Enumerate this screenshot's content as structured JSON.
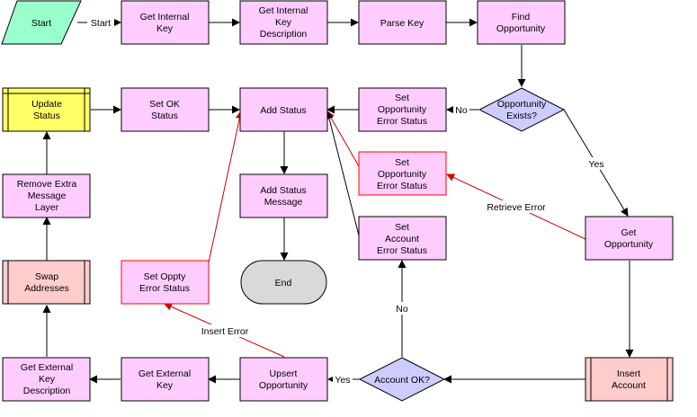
{
  "colors": {
    "process_fill": "#ffccff",
    "start_fill": "#99ffcc",
    "decision_fill": "#ccccff",
    "update_fill": "#ffff66",
    "subprocess_fill": "#ffcccc",
    "end_fill": "#d9d9d9",
    "stroke": "#000000",
    "error_stroke": "#ff0000",
    "error_line": "#cc0000",
    "edge": "#000000"
  },
  "nodes": {
    "start": {
      "label": [
        "Start"
      ]
    },
    "get_internal_key": {
      "label": [
        "Get Internal",
        "Key"
      ]
    },
    "get_internal_key_desc": {
      "label": [
        "Get Internal",
        "Key",
        "Description"
      ]
    },
    "parse_key": {
      "label": [
        "Parse Key"
      ]
    },
    "find_opportunity": {
      "label": [
        "Find",
        "Opportunity"
      ]
    },
    "update_status": {
      "label": [
        "Update",
        "Status"
      ]
    },
    "set_ok_status": {
      "label": [
        "Set OK",
        "Status"
      ]
    },
    "add_status": {
      "label": [
        "Add Status"
      ]
    },
    "set_opp_error_status": {
      "label": [
        "Set",
        "Opportunity",
        "Error Status"
      ]
    },
    "opportunity_exists": {
      "label": [
        "Opportunity",
        "Exists?"
      ]
    },
    "set_opp_error_status_2": {
      "label": [
        "Set",
        "Opportunity",
        "Error Status"
      ]
    },
    "remove_extra_message_layer": {
      "label": [
        "Remove Extra",
        "Message",
        "Layer"
      ]
    },
    "add_status_message": {
      "label": [
        "Add Status",
        "Message"
      ]
    },
    "set_account_error_status": {
      "label": [
        "Set",
        "Account",
        "Error Status"
      ]
    },
    "get_opportunity": {
      "label": [
        "Get",
        "Opportunity"
      ]
    },
    "swap_addresses": {
      "label": [
        "Swap",
        "Addresses"
      ]
    },
    "set_oppty_error_status": {
      "label": [
        "Set Oppty",
        "Error Status"
      ]
    },
    "end": {
      "label": [
        "End"
      ]
    },
    "get_external_key_desc": {
      "label": [
        "Get External",
        "Key",
        "Description"
      ]
    },
    "get_external_key": {
      "label": [
        "Get External",
        "Key"
      ]
    },
    "upsert_opportunity": {
      "label": [
        "Upsert",
        "Opportunity"
      ]
    },
    "account_ok": {
      "label": [
        "Account OK?"
      ]
    },
    "insert_account": {
      "label": [
        "Insert",
        "Account"
      ]
    }
  },
  "edge_labels": {
    "start": "Start",
    "no_1": "No",
    "yes_1": "Yes",
    "retrieve_error": "Retrieve Error",
    "no_2": "No",
    "insert_error": "Insert Error",
    "yes_2": "Yes"
  }
}
